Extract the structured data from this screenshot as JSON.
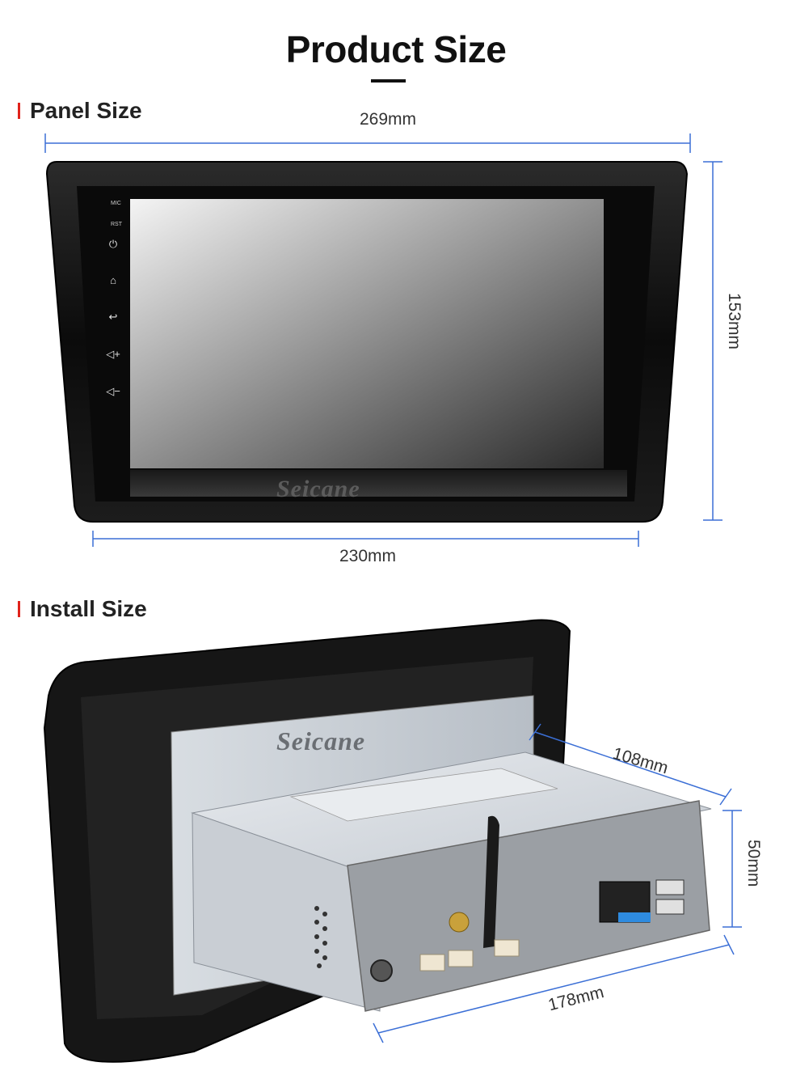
{
  "page": {
    "title": "Product Size"
  },
  "panel_section": {
    "heading": "Panel Size",
    "dims": {
      "top_width": "269mm",
      "bottom_width": "230mm",
      "height": "153mm"
    },
    "side_buttons": {
      "mic_label": "MIC",
      "rst_label": "RST"
    },
    "brand": "Seicane"
  },
  "install_section": {
    "heading": "Install Size",
    "dims": {
      "depth": "108mm",
      "height": "50mm",
      "width": "178mm"
    },
    "brand": "Seicane"
  },
  "colors": {
    "accent_bar": "#e0231b",
    "dimension_line": "#3b6fd6"
  }
}
